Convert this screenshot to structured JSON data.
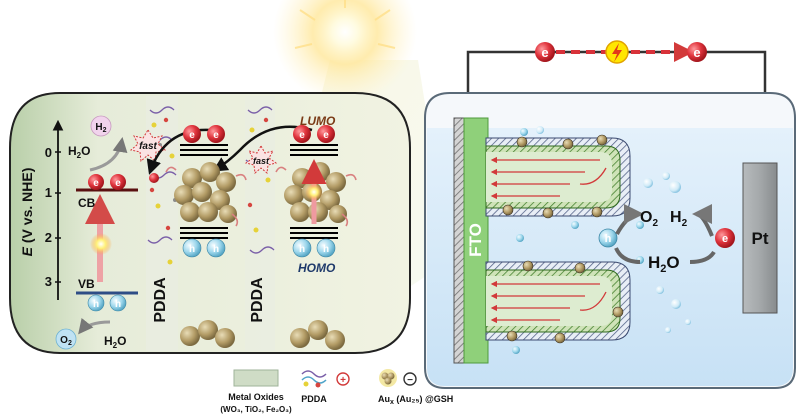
{
  "energy_diagram": {
    "axis_label_italic": "E",
    "axis_label_rest": " (V vs. NHE)",
    "ticks": [
      "0",
      "1",
      "2",
      "3"
    ],
    "h2_text": "H",
    "h2_sub": "2",
    "water_top": "H",
    "water_top_sub": "2",
    "water_top_end": "O",
    "cb": "CB",
    "vb": "VB",
    "o2_text": "O",
    "o2_sub": "2",
    "water_bottom": "H",
    "water_bottom_sub": "2",
    "water_bottom_end": "O",
    "fast_1": "fast",
    "fast_2": "fast",
    "lumo": "LUMO",
    "homo": "HOMO",
    "pdda_1": "PDDA",
    "pdda_2": "PDDA",
    "electron": "e",
    "hole": "h",
    "electron_super": "-",
    "hole_super": "+"
  },
  "cell": {
    "electrode": "FTO",
    "counter_electrode": "Pt",
    "o2": "O",
    "o2_sub": "2",
    "h2": "H",
    "h2_sub": "2",
    "water": "H",
    "water_sub": "2",
    "water_end": "O",
    "circuit_electron": "e"
  },
  "legend": {
    "metal_oxides": "Metal Oxides",
    "metal_oxides_detail": "(WO₃, TiO₂, Fe₂O₃)",
    "pdda": "PDDA",
    "pdda_charge": "+",
    "aux_prefix": "Au",
    "aux_sub": "x",
    "aux_rest": " (Au₂₅) @GSH",
    "aux_charge": "−"
  },
  "colors": {
    "electron": "#d8323a",
    "hole": "#8fd0e6",
    "cluster": "#b4a06e",
    "tank_water": "#cfe6f7",
    "fto": "#7cc46a",
    "pt": "#9ea3a6",
    "panel_bg": "#eef2df"
  }
}
